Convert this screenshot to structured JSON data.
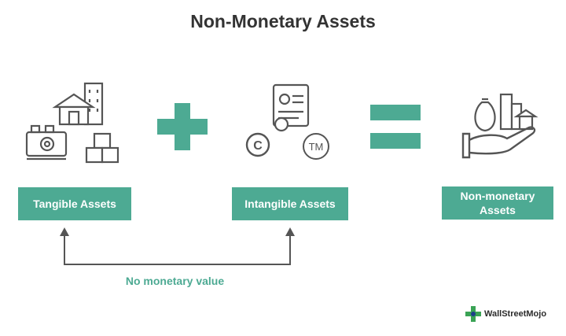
{
  "title": "Non-Monetary Assets",
  "boxes": {
    "tangible": "Tangible Assets",
    "intangible": "Intangible Assets",
    "result_line1": "Non-monetary",
    "result_line2": "Assets"
  },
  "intangible_symbols": {
    "copyright": "C",
    "trademark": "TM"
  },
  "caption": "No monetary value",
  "logo": {
    "text": "WallStreetMojo"
  },
  "colors": {
    "accent": "#4daa93",
    "icon_stroke": "#555555",
    "title": "#333333"
  }
}
